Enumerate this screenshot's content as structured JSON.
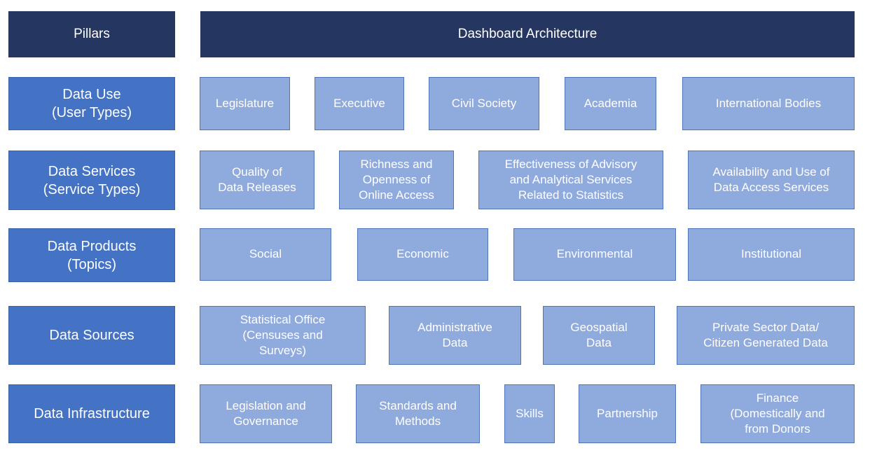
{
  "header": {
    "pillars_label": "Pillars",
    "architecture_label": "Dashboard Architecture"
  },
  "colors": {
    "header_bg": "#253660",
    "pillar_bg": "#4472c4",
    "item_bg": "#8faadc",
    "item_border": "#4f74b8",
    "text": "#ffffff"
  },
  "rows": [
    {
      "pillar": "Data Use\n(User Types)",
      "items": [
        "Legislature",
        "Executive",
        "Civil Society",
        "Academia",
        "International Bodies"
      ]
    },
    {
      "pillar": "Data Services\n(Service Types)",
      "items": [
        "Quality of\nData Releases",
        "Richness and\nOpenness of\nOnline Access",
        "Effectiveness  of Advisory\nand Analytical Services\nRelated to Statistics",
        "Availability and Use of\nData Access Services"
      ]
    },
    {
      "pillar": "Data Products\n(Topics)",
      "items": [
        "Social",
        "Economic",
        "Environmental",
        "Institutional"
      ]
    },
    {
      "pillar": "Data Sources",
      "items": [
        "Statistical Office\n(Censuses and\nSurveys)",
        "Administrative\nData",
        "Geospatial\nData",
        "Private Sector Data/\nCitizen Generated Data"
      ]
    },
    {
      "pillar": "Data Infrastructure",
      "items": [
        "Legislation and\nGovernance",
        "Standards and\nMethods",
        "Skills",
        "Partnership",
        "Finance\n(Domestically and\nfrom Donors"
      ]
    }
  ]
}
